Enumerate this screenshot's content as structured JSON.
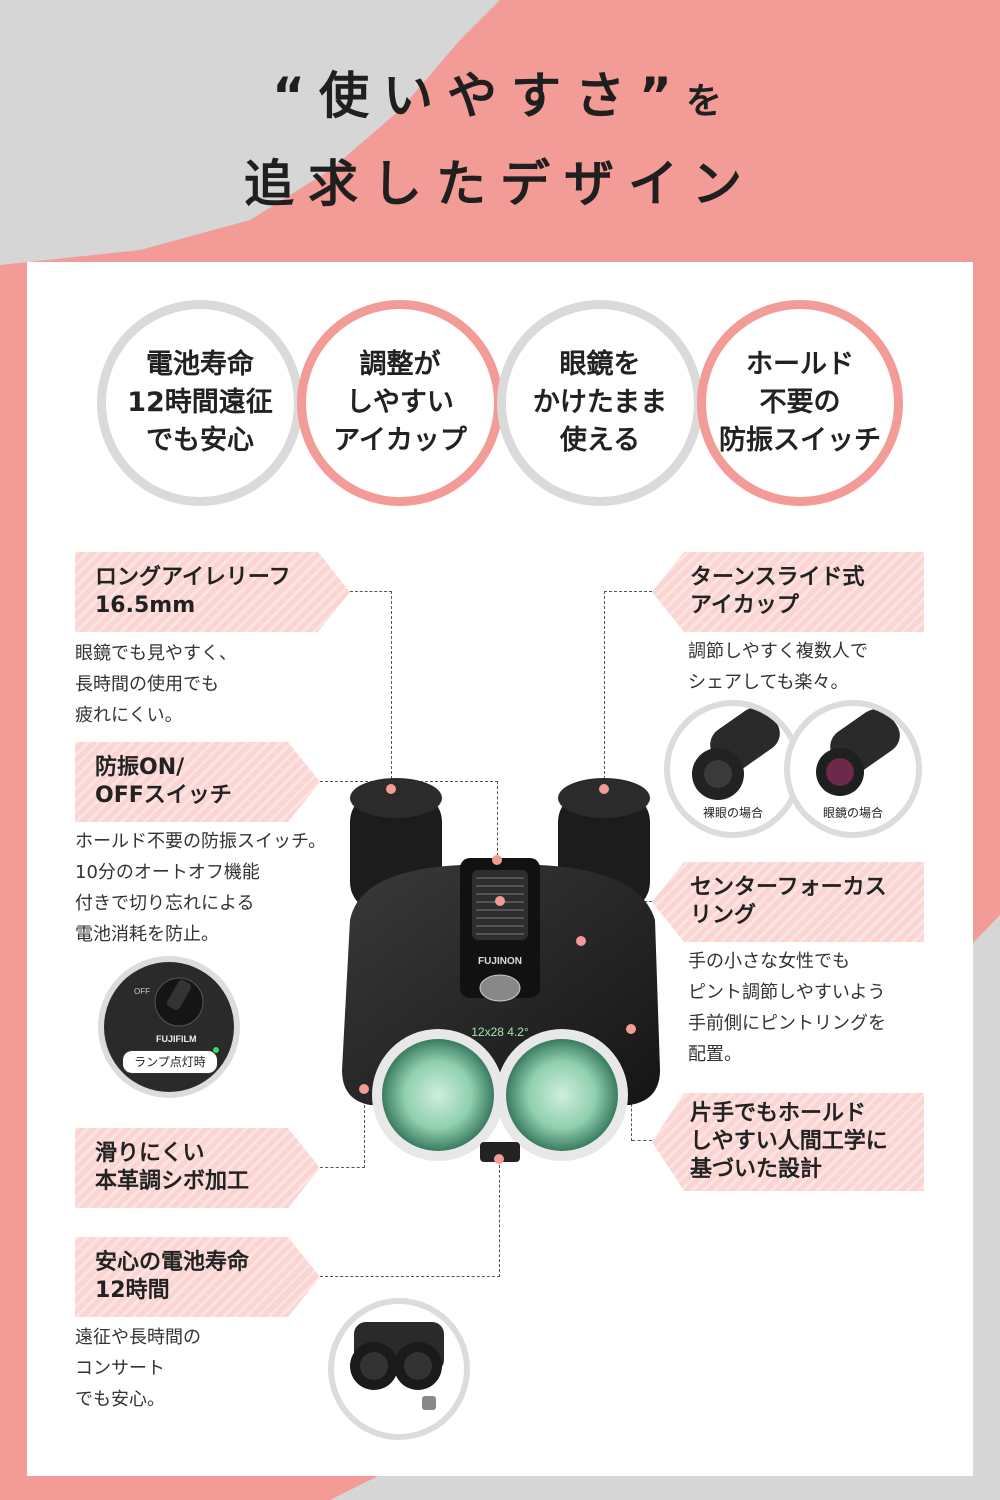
{
  "title": {
    "line1": "“使いやすさ”",
    "line1_tail": "を",
    "line2": "追求したデザイン"
  },
  "circles": [
    {
      "text": "電池寿命\n12時間遠征\nでも安心",
      "style": "grey"
    },
    {
      "text": "調整が\nしやすい\nアイカップ",
      "style": "pink"
    },
    {
      "text": "眼鏡を\nかけたまま\n使える",
      "style": "grey"
    },
    {
      "text": "ホールド\n不要の\n防振スイッチ",
      "style": "pink"
    }
  ],
  "features": {
    "eye_relief": {
      "label": "ロングアイレリーフ\n16.5mm",
      "desc": "眼鏡でも見やすく、\n長時間の使用でも\n疲れにくい。"
    },
    "stabilizer": {
      "label": "防振ON/\nOFFスイッチ",
      "desc": "ホールド不要の防振スイッチ。\n10分のオートオフ機能\n付きで切り忘れによる\n電池消耗を防止。"
    },
    "leather": {
      "label": "滑りにくい\n本革調シボ加工"
    },
    "battery": {
      "label": "安心の電池寿命\n12時間",
      "desc": "遠征や長時間の\nコンサート\nでも安心。"
    },
    "eyecup": {
      "label": "ターンスライド式\nアイカップ",
      "desc": "調節しやすく複数人で\nシェアしても楽々。"
    },
    "focus": {
      "label": "センターフォーカス\nリング",
      "desc": "手の小さな女性でも\nピント調節しやすいよう\n手前側にピントリングを\n配置。"
    },
    "ergonomic": {
      "label": "片手でもホールド\nしやすい人間工学に\n基づいた設計"
    }
  },
  "eyecup_photos": {
    "naked": "裸眼の場合",
    "glasses": "眼鏡の場合"
  },
  "switch_photo": {
    "tag": "ランプ点灯時",
    "brand": "FUJIFILM",
    "off": "OFF"
  },
  "binocular": {
    "brand": "FUJINON",
    "spec": "12x28 4.2°"
  },
  "colors": {
    "accent": "#f39b97",
    "label_bg": "#fbd5d3",
    "grey": "#d6d6d6"
  }
}
